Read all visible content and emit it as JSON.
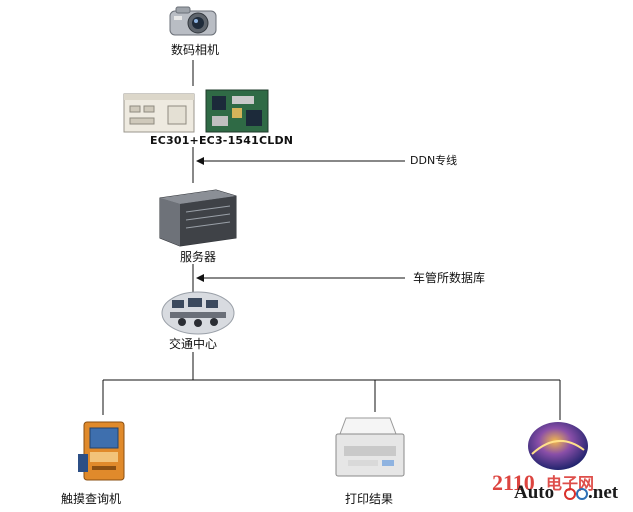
{
  "nodes": {
    "camera": {
      "label": "数码相机",
      "icon": "digital-camera-icon"
    },
    "embedded": {
      "label": "EC301+EC3-1541CLDN",
      "icon": "embedded-board-icon"
    },
    "server": {
      "label": "服务器",
      "icon": "rack-server-icon"
    },
    "traffic_center": {
      "label": "交通中心",
      "icon": "control-room-icon"
    },
    "kiosk": {
      "label": "触摸查询机",
      "icon": "touch-kiosk-icon"
    },
    "printer": {
      "label": "打印结果",
      "icon": "printer-icon"
    },
    "third": {
      "label": "",
      "icon": "road-globe-icon"
    }
  },
  "inputs": {
    "ddn": {
      "label": "DDN专线"
    },
    "vehicle_db": {
      "label": "车管所数据库"
    }
  },
  "watermark": {
    "brand": "Auto",
    "domain": ".net",
    "number": "2110",
    "cn": "电子网",
    "colors": {
      "red": "#d9302b",
      "blue": "#2f6fb5"
    }
  }
}
